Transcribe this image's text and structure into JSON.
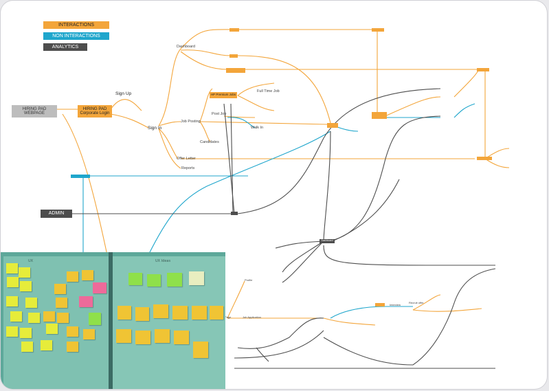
{
  "legend": {
    "interactions": "INTERACTIONS",
    "non_interactions": "NON INTERACTIONS",
    "analytics": "ANALYTICS"
  },
  "nodes": {
    "hiring_pad_webpage": "HIRING PAD WEBPAGE",
    "corporate_login": "HIRING PAD Corporate Login",
    "sign_up": "Sign Up",
    "sign_in": "Sign In",
    "dashboard": "Dashboard",
    "job_posting": "Job Posting",
    "offer_letter": "Offer Letter",
    "reports": "Reports",
    "candidates": "Candidates",
    "post_job": "Post Job",
    "full_time_job": "Full Time Job",
    "hp_premium_jobs": "HP Premium Jobs",
    "walk_in": "Walk In",
    "admin": "ADMIN",
    "dashboard_central": "Dashboard",
    "profile": "Profile",
    "job_application": "Job Application",
    "interview": "Interview",
    "recruit_offer": "Recruit offer",
    "page": "Page"
  },
  "photo": {
    "left_board_heading": "UX",
    "right_board_heading": "UX Ideas"
  }
}
